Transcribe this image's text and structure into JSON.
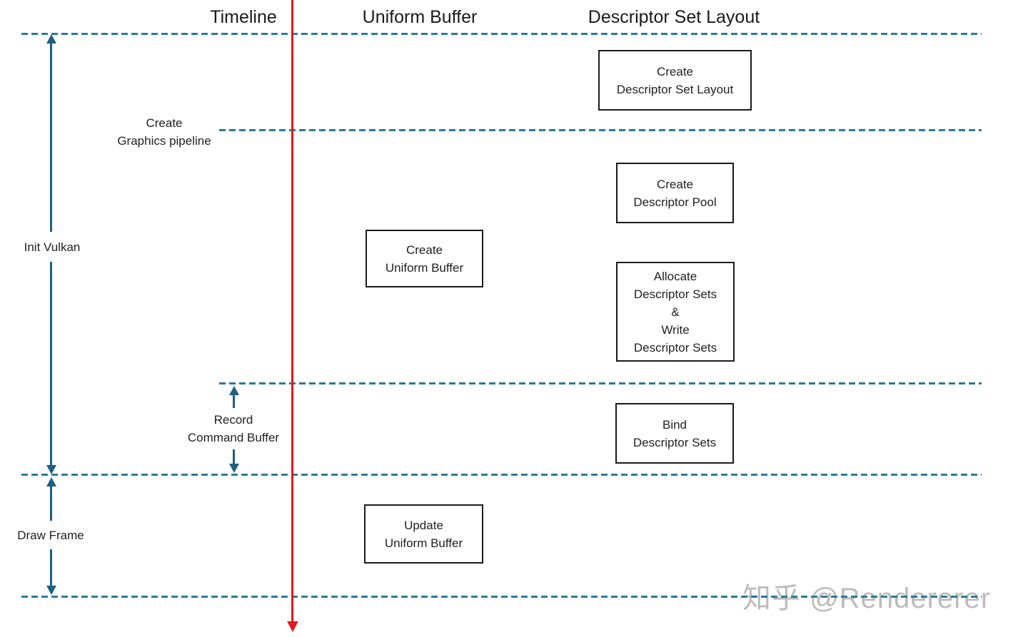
{
  "diagram": {
    "columns": {
      "timeline": "Timeline",
      "uniform_buffer": "Uniform Buffer",
      "descriptor_set_layout": "Descriptor Set Layout"
    },
    "phases": {
      "create_graphics_pipeline": {
        "line1": "Create",
        "line2": "Graphics pipeline"
      },
      "init_vulkan": "Init Vulkan",
      "record_command_buffer": {
        "line1": "Record",
        "line2": "Command Buffer"
      },
      "draw_frame": "Draw Frame"
    },
    "boxes": {
      "create_descriptor_set_layout": {
        "line1": "Create",
        "line2": "Descriptor Set Layout"
      },
      "create_descriptor_pool": {
        "line1": "Create",
        "line2": "Descriptor Pool"
      },
      "create_uniform_buffer": {
        "line1": "Create",
        "line2": "Uniform Buffer"
      },
      "allocate_write_descriptor_sets": {
        "line1": "Allocate",
        "line2": "Descriptor Sets",
        "line3": "&",
        "line4": "Write",
        "line5": "Descriptor Sets"
      },
      "bind_descriptor_sets": {
        "line1": "Bind",
        "line2": "Descriptor Sets"
      },
      "update_uniform_buffer": {
        "line1": "Update",
        "line2": "Uniform Buffer"
      }
    },
    "watermark": "知乎 @Rendererer",
    "colors": {
      "dashed_divider": "#2a7b99",
      "span_arrow": "#1d6080",
      "time_axis": "#e01b1d",
      "box_border": "#1a1a1a",
      "watermark": "#bcbcbc"
    }
  }
}
